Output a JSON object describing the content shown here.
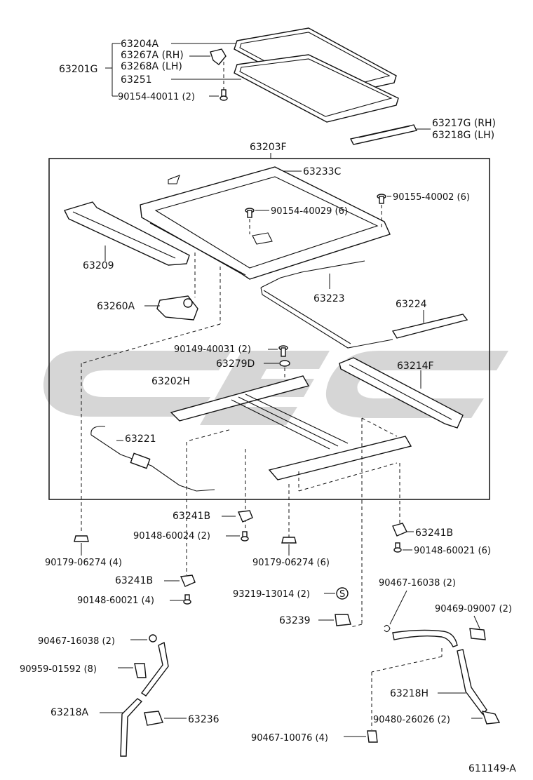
{
  "diagram": {
    "group_label": "63201G",
    "frame_label": "63203F",
    "figure_id": "611149-A",
    "top_labels": [
      {
        "id": "glass",
        "text": "63204A"
      },
      {
        "id": "bracket_rh",
        "text": "63267A (RH)"
      },
      {
        "id": "bracket_lh",
        "text": "63268A (LH)"
      },
      {
        "id": "weatherstrip",
        "text": "63251"
      },
      {
        "id": "screw_top",
        "text": "90154-40011 (2)"
      },
      {
        "id": "rail_rh",
        "text": "63217G (RH)"
      },
      {
        "id": "rail_lh",
        "text": "63218G (LH)"
      }
    ],
    "labels": [
      {
        "id": "cable_frame",
        "text": "63233C"
      },
      {
        "id": "screw_a",
        "text": "90155-40002 (6)"
      },
      {
        "id": "screw_b",
        "text": "90154-40029 (6)"
      },
      {
        "id": "deflector",
        "text": "63209"
      },
      {
        "id": "drive_cable",
        "text": "63223"
      },
      {
        "id": "rail_guide",
        "text": "63224"
      },
      {
        "id": "motor",
        "text": "63260A"
      },
      {
        "id": "bolt_mid",
        "text": "90149-40031 (2)"
      },
      {
        "id": "washer",
        "text": "63279D"
      },
      {
        "id": "housing_rear",
        "text": "63214F"
      },
      {
        "id": "housing_front",
        "text": "63202H"
      },
      {
        "id": "wire",
        "text": "63221"
      },
      {
        "id": "bracket_a",
        "text": "63241B"
      },
      {
        "id": "bolt_a",
        "text": "90148-60024 (2)"
      },
      {
        "id": "bracket_b",
        "text": "63241B"
      },
      {
        "id": "bolt_b",
        "text": "90148-60021 (6)"
      },
      {
        "id": "nut_a",
        "text": "90179-06274 (4)"
      },
      {
        "id": "nut_b",
        "text": "90179-06274 (6)"
      },
      {
        "id": "bracket_c",
        "text": "63241B"
      },
      {
        "id": "bolt_c",
        "text": "90148-60021 (4)"
      },
      {
        "id": "clip_s",
        "text": "93219-13014 (2)"
      },
      {
        "id": "clamp",
        "text": "63239"
      },
      {
        "id": "hose_clip_a",
        "text": "90467-16038 (2)"
      },
      {
        "id": "hose_clip_b",
        "text": "90467-16038 (2)"
      },
      {
        "id": "clip_c",
        "text": "90469-09007 (2)"
      },
      {
        "id": "clip_d",
        "text": "90959-01592 (8)"
      },
      {
        "id": "drain_hose_r",
        "text": "63218H"
      },
      {
        "id": "drain_hose_l",
        "text": "63218A"
      },
      {
        "id": "clamp_r",
        "text": "90480-26026 (2)"
      },
      {
        "id": "clamp_l",
        "text": "63236"
      },
      {
        "id": "clip_e",
        "text": "90467-10076 (4)"
      }
    ],
    "watermark": {
      "color": "#cfcfcf"
    }
  }
}
